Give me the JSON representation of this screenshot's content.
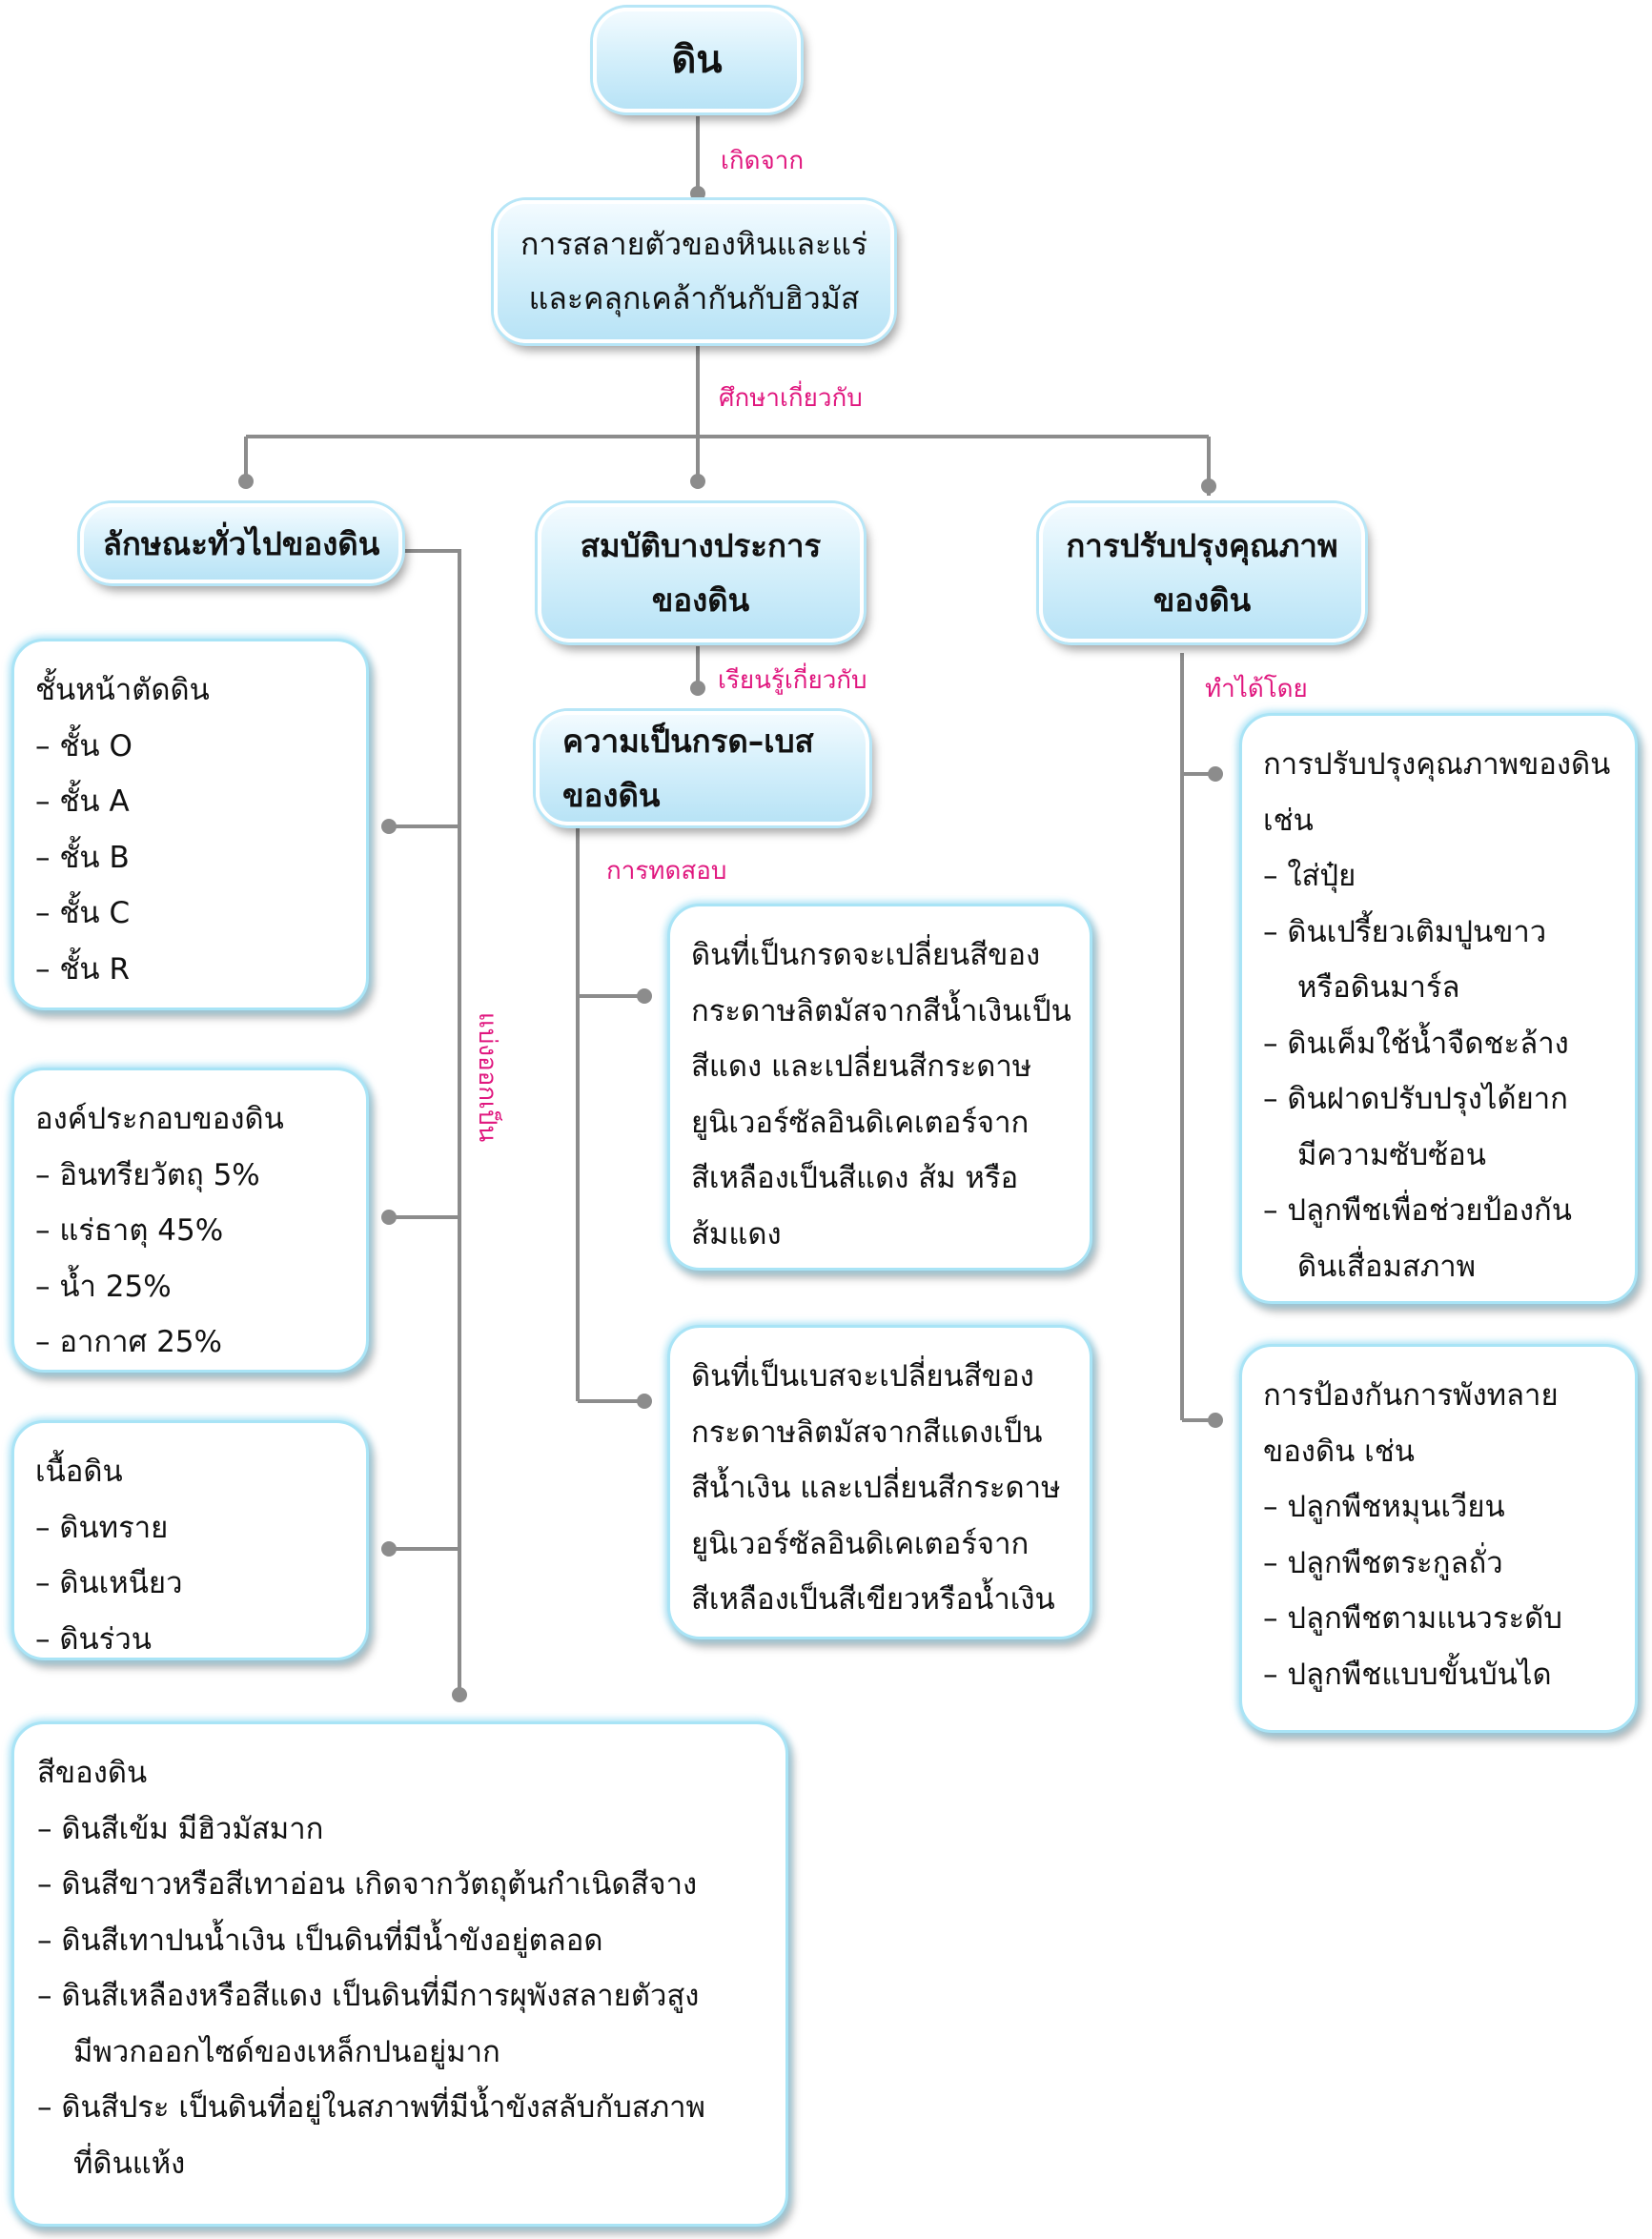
{
  "root": "ดิน",
  "label_origin": "เกิดจาก",
  "origin": [
    "การสลายตัวของหินและแร่",
    "และคลุกเคล้ากันกับฮิวมัส"
  ],
  "label_study": "ศึกษาเกี่ยวกับ",
  "branches": {
    "general": "ลักษณะทั่วไปของดิน",
    "properties": [
      "สมบัติบางประการ",
      "ของดิน"
    ],
    "improvement": [
      "การปรับปรุงคุณภาพ",
      "ของดิน"
    ]
  },
  "label_divide": "แบ่งออกเป็น",
  "label_learn": "เรียนรู้เกี่ยวกับ",
  "label_done_by": "ทำได้โดย",
  "label_test": "การทดสอบ",
  "general_boxes": {
    "horizons": [
      "ชั้นหน้าตัดดิน",
      "– ชั้น O",
      "– ชั้น A",
      "– ชั้น B",
      "– ชั้น C",
      "– ชั้น R"
    ],
    "composition": [
      "องค์ประกอบของดิน",
      "– อินทรียวัตถุ 5%",
      "– แร่ธาตุ 45%",
      "– น้ำ 25%",
      "– อากาศ 25%"
    ],
    "texture": [
      "เนื้อดิน",
      "– ดินทราย",
      "– ดินเหนียว",
      "– ดินร่วน"
    ],
    "color": [
      "สีของดิน",
      "– ดินสีเข้ม มีฮิวมัสมาก",
      "– ดินสีขาวหรือสีเทาอ่อน เกิดจากวัตถุต้นกำเนิดสีจาง",
      "– ดินสีเทาปนน้ำเงิน เป็นดินที่มีน้ำขังอยู่ตลอด",
      "– ดินสีเหลืองหรือสีแดง เป็นดินที่มีการผุพังสลายตัวสูง",
      "มีพวกออกไซด์ของเหล็กปนอยู่มาก",
      "– ดินสีประ เป็นดินที่อยู่ในสภาพที่มีน้ำขังสลับกับสภาพ",
      "ที่ดินแห้ง"
    ]
  },
  "acid_base": [
    "ความเป็นกรด–เบส",
    "ของดิน"
  ],
  "acid_test": [
    "ดินที่เป็นกรดจะเปลี่ยนสีของ",
    "กระดาษลิตมัสจากสีน้ำเงินเป็น",
    "สีแดง และเปลี่ยนสีกระดาษ",
    "ยูนิเวอร์ซัลอินดิเคเตอร์จาก",
    "สีเหลืองเป็นสีแดง ส้ม หรือ",
    "ส้มแดง"
  ],
  "base_test": [
    "ดินที่เป็นเบสจะเปลี่ยนสีของ",
    "กระดาษลิตมัสจากสีแดงเป็น",
    "สีน้ำเงิน และเปลี่ยนสีกระดาษ",
    "ยูนิเวอร์ซัลอินดิเคเตอร์จาก",
    "สีเหลืองเป็นสีเขียวหรือน้ำเงิน"
  ],
  "improve_box": [
    "การปรับปรุงคุณภาพของดิน",
    "เช่น",
    "– ใส่ปุ๋ย",
    "– ดินเปรี้ยวเติมปูนขาว",
    "หรือดินมาร์ล",
    "– ดินเค็มใช้น้ำจืดชะล้าง",
    "– ดินฝาดปรับปรุงได้ยาก",
    "มีความซับซ้อน",
    "– ปลูกพืชเพื่อช่วยป้องกัน",
    "ดินเสื่อมสภาพ"
  ],
  "erosion_box": [
    "การป้องกันการพังทลาย",
    "ของดิน เช่น",
    "– ปลูกพืชหมุนเวียน",
    "– ปลูกพืชตระกูลถั่ว",
    "– ปลูกพืชตามแนวระดับ",
    "– ปลูกพืชแบบขั้นบันได"
  ]
}
